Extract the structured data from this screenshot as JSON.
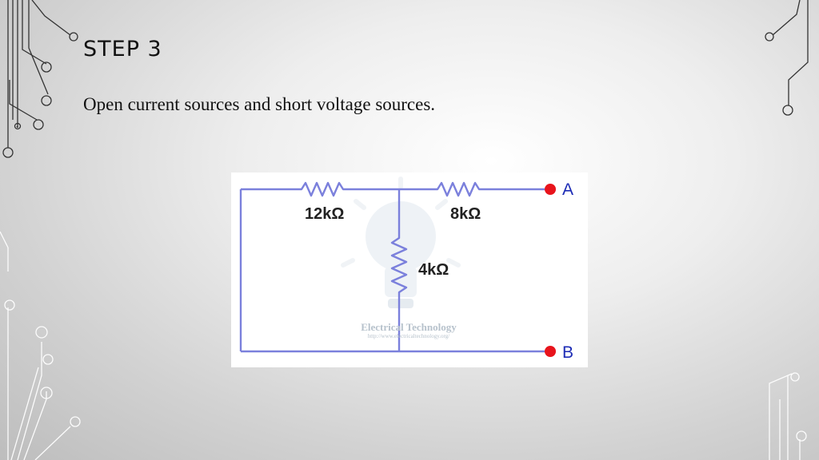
{
  "slide": {
    "title": "STEP 3",
    "subtitle": "Open current sources and short voltage sources."
  },
  "circuit": {
    "resistors": [
      {
        "id": "r1",
        "label": "12kΩ"
      },
      {
        "id": "r2",
        "label": "8kΩ"
      },
      {
        "id": "r3",
        "label": "4kΩ"
      }
    ],
    "terminals": [
      {
        "id": "a",
        "label": "A"
      },
      {
        "id": "b",
        "label": "B"
      }
    ],
    "watermark": {
      "name": "Electrical Technology",
      "url": "http://www.electricaltechnology.org/"
    },
    "colors": {
      "wire": "#7b80dc",
      "terminal": "#e8141c",
      "terminal_label": "#1c2bb5"
    }
  }
}
